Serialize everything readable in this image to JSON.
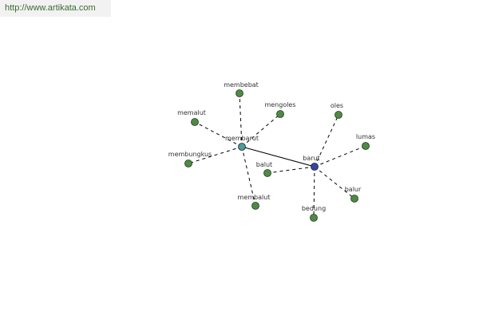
{
  "banner": {
    "url_text": "http://www.artikata.com"
  },
  "colors": {
    "leaf_node": "#4f8a45",
    "hub_primary": "#4a9c98",
    "hub_secondary": "#3346a0",
    "edge": "#000000",
    "banner_text": "#3a6b2f"
  },
  "graph": {
    "hubs": [
      {
        "id": "membarut",
        "label": "membarut",
        "kind": "primary"
      },
      {
        "id": "barut",
        "label": "barut",
        "kind": "secondary"
      }
    ],
    "leaves": [
      {
        "id": "membebat",
        "label": "membebat",
        "hub": "membarut"
      },
      {
        "id": "memalut",
        "label": "memalut",
        "hub": "membarut"
      },
      {
        "id": "mengoles",
        "label": "mengoles",
        "hub": "membarut"
      },
      {
        "id": "membungkus",
        "label": "membungkus",
        "hub": "membarut"
      },
      {
        "id": "membalut",
        "label": "membalut",
        "hub": "membarut"
      },
      {
        "id": "oles",
        "label": "oles",
        "hub": "barut"
      },
      {
        "id": "lumas",
        "label": "lumas",
        "hub": "barut"
      },
      {
        "id": "balut",
        "label": "balut",
        "hub": "barut"
      },
      {
        "id": "balur",
        "label": "balur",
        "hub": "barut"
      },
      {
        "id": "bedung",
        "label": "bedung",
        "hub": "barut"
      }
    ],
    "hub_link": {
      "from": "membarut",
      "to": "barut",
      "style": "solid"
    }
  }
}
